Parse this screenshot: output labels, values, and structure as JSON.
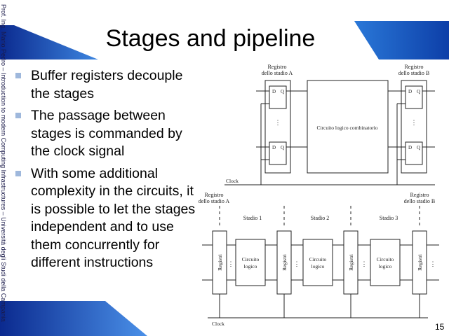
{
  "sidebar": {
    "text": "Prof. Ing. Mario Pedro – Introduction to modern Computing Infrastructures – Università degli Studi della Campania"
  },
  "slide": {
    "title": "Stages and pipeline",
    "bullets": [
      "Buffer registers decouple the stages",
      "The passage between stages is commanded by the clock signal",
      "With some additional complexity in the circuits, it is possible to let the stages independent and to use them concurrently for different instructions"
    ],
    "page_number": "15"
  },
  "diagram_top": {
    "label_left": [
      "Registro",
      "dello stadio A"
    ],
    "label_right": [
      "Registro",
      "dello stadio B"
    ],
    "center_label": "Circuito logico combinatorio",
    "clock_label": "Clock",
    "ff_d": "D",
    "ff_q": "Q"
  },
  "diagram_bottom": {
    "label_left": [
      "Registro",
      "dello stadio A"
    ],
    "label_right": [
      "Registro",
      "dello stadio B"
    ],
    "stages": [
      "Stadio 1",
      "Stadio 2",
      "Stadio 3"
    ],
    "register_label": "Registri",
    "circuit_label": [
      "Circuito",
      "logico"
    ],
    "clock_label": "Clock"
  },
  "colors": {
    "accent_dark": "#0b2a8f",
    "accent": "#1560c8",
    "accent_light": "#4a90e8",
    "bullet": "#9fb8dc"
  }
}
